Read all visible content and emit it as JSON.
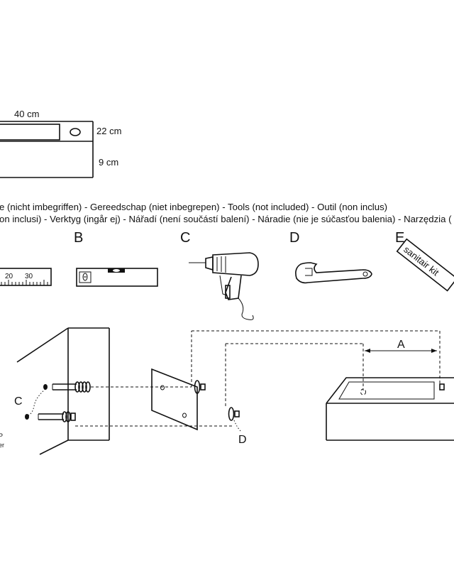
{
  "dimensions": {
    "width": "40 cm",
    "height": "22 cm",
    "depth": "9 cm"
  },
  "tools_line1": "e (nicht imbegriffen) - Gereedschap (niet inbegrepen) - Tools (not included) - Outil (non inclus)",
  "tools_line2": "on inclusi) - Verktyg (ingår ej) - Nářadí (není součástí balení) - Náradie (nie je súčasťou balenia) - Narzędzia (",
  "tools": [
    {
      "letter": "B",
      "icon": "spirit-level-icon"
    },
    {
      "letter": "C",
      "icon": "drill-icon"
    },
    {
      "letter": "D",
      "icon": "wrench-icon"
    },
    {
      "letter": "E",
      "icon": "sanitary-kit-icon"
    }
  ],
  "ruler_ticks": [
    "20",
    "30"
  ],
  "kit_label": "sanitair kit",
  "callouts": {
    "c": "C",
    "d": "D",
    "a": "A"
  },
  "cut_text": {
    "line1": "P",
    "line2": "er"
  }
}
